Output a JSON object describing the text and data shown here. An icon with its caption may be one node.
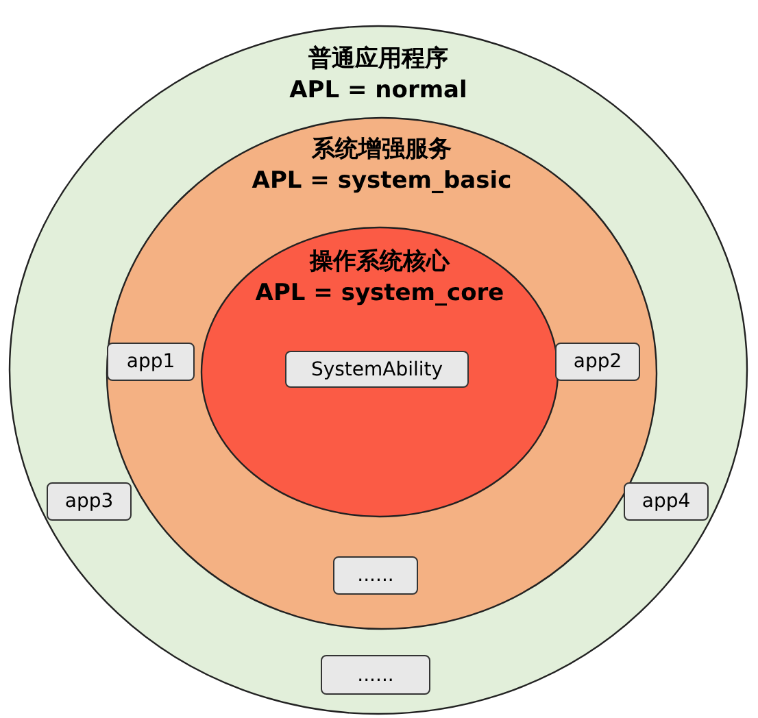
{
  "diagram": {
    "nodes": [
      {
        "text": [
          "普通应用程序",
          "APL = normal"
        ]
      },
      {
        "text": [
          "系统增强服务",
          "APL = system_basic"
        ],
        "in": 0
      },
      {
        "text": [
          "操作系统核心",
          "APL = system_core"
        ],
        "in": 1
      },
      {
        "text": [
          "SystemAbility"
        ],
        "in": 2
      },
      {
        "text": [
          "app1"
        ],
        "in": 1
      },
      {
        "text": [
          "app2"
        ],
        "in": 1
      },
      {
        "text": [
          "app3"
        ],
        "in": 0
      },
      {
        "text": [
          "app4"
        ],
        "in": 0
      },
      {
        "text": [
          "......"
        ],
        "in": 1
      },
      {
        "text": [
          "......"
        ],
        "in": 0
      }
    ]
  }
}
